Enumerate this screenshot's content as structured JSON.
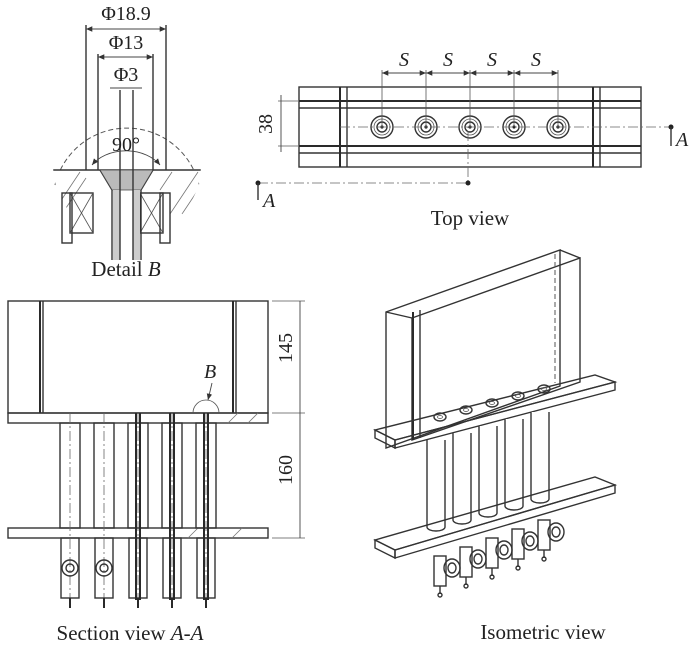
{
  "figure": {
    "views": {
      "detail_b": {
        "caption_prefix": "Detail ",
        "caption_ref": "B",
        "dimensions": {
          "outer_diameter": "Φ18.9",
          "middle_diameter": "Φ13",
          "inner_diameter": "Φ3",
          "cone_angle": "90°"
        }
      },
      "top_view": {
        "caption": "Top view",
        "width_dimension": "38",
        "spacing_label": "S",
        "spacing_count": 4,
        "nozzle_count": 5,
        "section_marker": "A"
      },
      "section_view": {
        "caption_prefix": "Section view ",
        "caption_ref": "A-A",
        "upper_height": "145",
        "lower_height": "160",
        "detail_marker": "B"
      },
      "isometric_view": {
        "caption": "Isometric view"
      }
    }
  }
}
